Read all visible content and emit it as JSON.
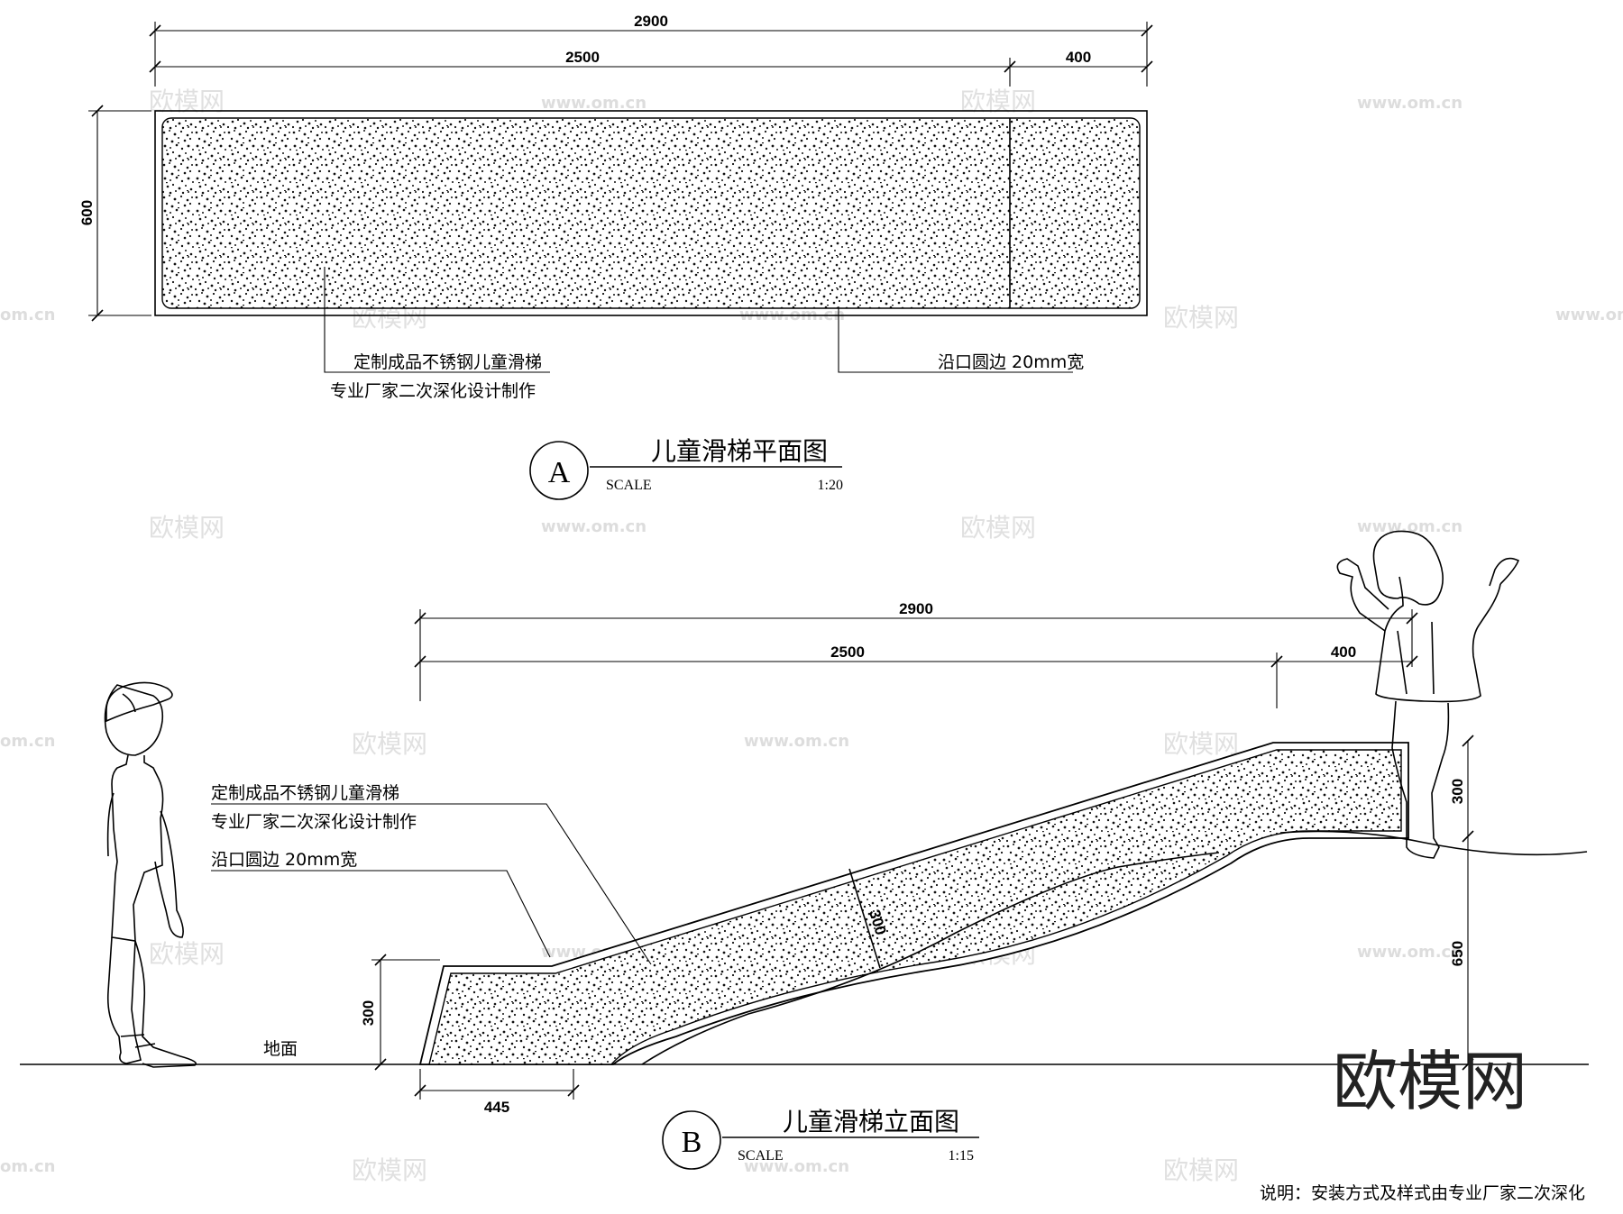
{
  "plan": {
    "dims": {
      "total": "2900",
      "main": "2500",
      "top": "400",
      "height": "600"
    },
    "note1_line1": "定制成品不锈钢儿童滑梯",
    "note1_line2": "专业厂家二次深化设计制作",
    "note2": "沿口圆边 20mm宽",
    "title": "儿童滑梯平面图",
    "marker": "A",
    "scale_label": "SCALE",
    "scale_value": "1:20"
  },
  "elevation": {
    "dims": {
      "total": "2900",
      "main": "2500",
      "top": "400",
      "top_height": "300",
      "total_height": "650",
      "slope_thickness": "300",
      "base_height": "300",
      "base_width": "445"
    },
    "note1_line1": "定制成品不锈钢儿童滑梯",
    "note1_line2": "专业厂家二次深化设计制作",
    "note2": "沿口圆边 20mm宽",
    "ground_label": "地面",
    "title": "儿童滑梯立面图",
    "marker": "B",
    "scale_label": "SCALE",
    "scale_value": "1:15"
  },
  "footer_note": "说明：安装方式及样式由专业厂家二次深化",
  "watermark": {
    "brand": "欧模网",
    "url": "www.om.cn",
    "url_short": "om.cn"
  },
  "logo": "欧模网"
}
